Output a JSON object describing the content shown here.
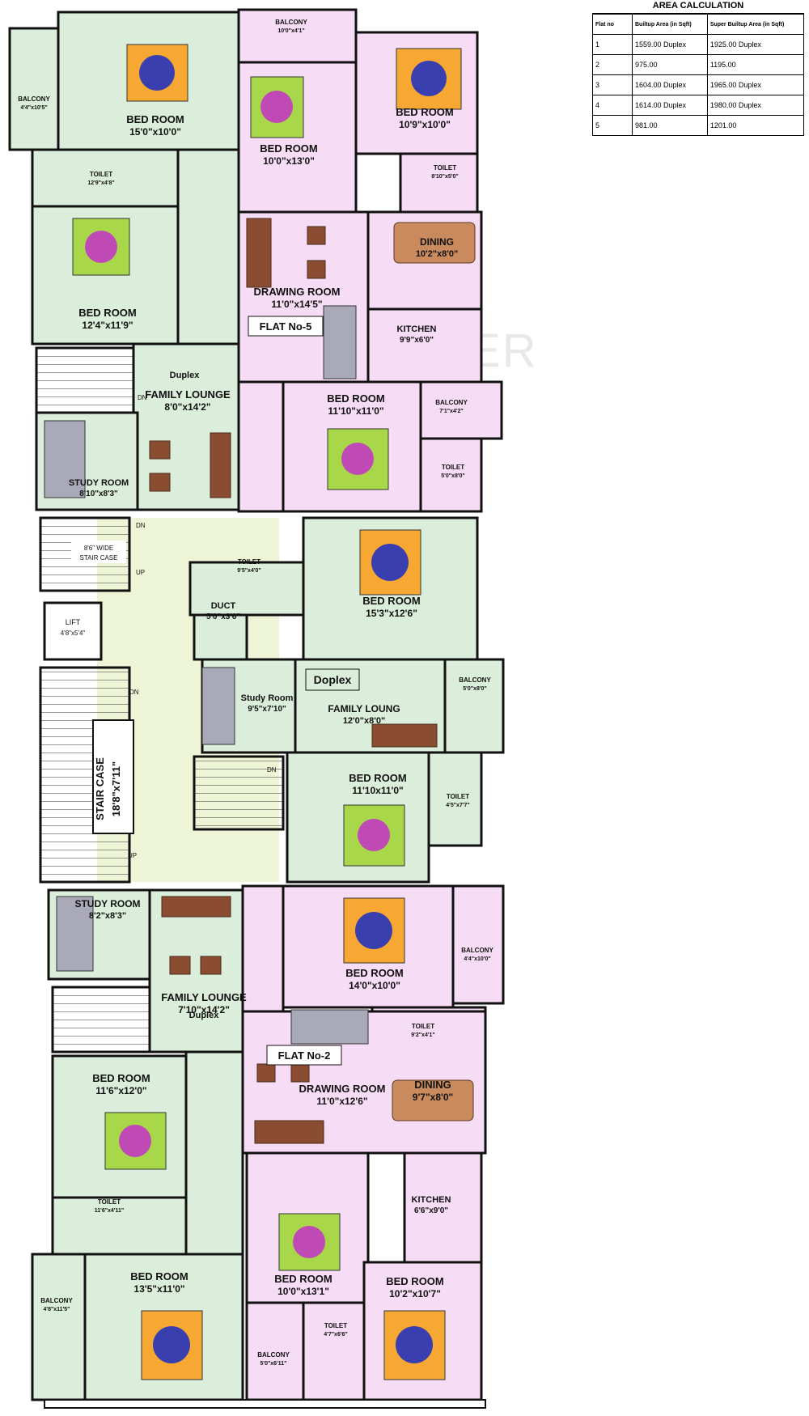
{
  "area_table": {
    "title": "AREA CALCULATION",
    "headers": [
      "Flat no",
      "Builtup Area (in Sqft)",
      "Super Builtup Area (in Sqft)"
    ],
    "rows": [
      [
        "1",
        "1559.00 Duplex",
        "1925.00 Duplex"
      ],
      [
        "2",
        "975.00",
        "1195.00"
      ],
      [
        "3",
        "1604.00 Duplex",
        "1965.00 Duplex"
      ],
      [
        "4",
        "1614.00 Duplex",
        "1980.00 Duplex"
      ],
      [
        "5",
        "981.00",
        "1201.00"
      ]
    ]
  },
  "watermark": "PROPTIGER",
  "colors": {
    "green": "#dbeedb",
    "pink": "#f6dcf4",
    "corridor": "#eef5d6",
    "wall": "#111111"
  },
  "rooms": [
    {
      "id": "balcony-top",
      "name": "BALCONY",
      "dim": "10'0\"x4'1\""
    },
    {
      "id": "balcony-tl",
      "name": "BALCONY",
      "dim": "4'4\"x10'5\""
    },
    {
      "id": "bed-tl",
      "name": "BED ROOM",
      "dim": "15'0\"x10'0\""
    },
    {
      "id": "bed-top-mid",
      "name": "BED ROOM",
      "dim": "10'0\"x13'0\""
    },
    {
      "id": "bed-top-right",
      "name": "BED ROOM",
      "dim": "10'9\"x10'0\""
    },
    {
      "id": "toilet-tl",
      "name": "TOILET",
      "dim": "12'9\"x4'8\""
    },
    {
      "id": "toilet-tr",
      "name": "TOILET",
      "dim": "8'10\"x5'0\""
    },
    {
      "id": "dining-top",
      "name": "DINING",
      "dim": "10'2\"x8'0\""
    },
    {
      "id": "bed-l2",
      "name": "BED ROOM",
      "dim": "12'4\"x11'9\""
    },
    {
      "id": "drawing-top",
      "name": "DRAWING ROOM",
      "dim": "11'0\"x14'5\""
    },
    {
      "id": "kitchen-top",
      "name": "KITCHEN",
      "dim": "9'9\"x6'0\""
    },
    {
      "id": "family-top",
      "name": "FAMILY LOUNGE",
      "dim": "8'0\"x14'2\""
    },
    {
      "id": "bed-mid-right",
      "name": "BED ROOM",
      "dim": "11'10\"x11'0\""
    },
    {
      "id": "balcony-mr",
      "name": "BALCONY",
      "dim": "7'1\"x4'2\""
    },
    {
      "id": "toilet-mr",
      "name": "TOILET",
      "dim": "5'0\"x8'0\""
    },
    {
      "id": "study-top",
      "name": "STUDY ROOM",
      "dim": "8'10\"x8'3\""
    },
    {
      "id": "toilet-center",
      "name": "TOILET",
      "dim": "9'5\"x4'0\""
    },
    {
      "id": "bed-center",
      "name": "BED ROOM",
      "dim": "15'3\"x12'6\""
    },
    {
      "id": "duct",
      "name": "DUCT",
      "dim": "5'0\"x3'6\""
    },
    {
      "id": "study-center",
      "name": "Study Room",
      "dim": "9'5\"x7'10\""
    },
    {
      "id": "family-center",
      "name": "FAMILY LOUNG",
      "dim": "12'0\"x8'0\""
    },
    {
      "id": "balcony-cr",
      "name": "BALCONY",
      "dim": "5'0\"x8'0\""
    },
    {
      "id": "bed-center-low",
      "name": "BED ROOM",
      "dim": "11'10x11'0\""
    },
    {
      "id": "toilet-cr",
      "name": "TOILET",
      "dim": "4'5\"x7'7\""
    },
    {
      "id": "study-bottom",
      "name": "STUDY ROOM",
      "dim": "8'2\"x8'3\""
    },
    {
      "id": "family-bottom",
      "name": "FAMILY LOUNGE",
      "dim": "7'10\"x14'2\""
    },
    {
      "id": "bed-bottom-mid",
      "name": "BED ROOM",
      "dim": "14'0\"x10'0\""
    },
    {
      "id": "balcony-br",
      "name": "BALCONY",
      "dim": "4'4\"x10'0\""
    },
    {
      "id": "toilet-bm",
      "name": "TOILET",
      "dim": "9'2\"x4'1\""
    },
    {
      "id": "bed-bl",
      "name": "BED ROOM",
      "dim": "11'6\"x12'0\""
    },
    {
      "id": "drawing-bottom",
      "name": "DRAWING ROOM",
      "dim": "11'0\"x12'6\""
    },
    {
      "id": "dining-bottom",
      "name": "DINING",
      "dim": "9'7\"x8'0\""
    },
    {
      "id": "kitchen-bottom",
      "name": "KITCHEN",
      "dim": "6'6\"x9'0\""
    },
    {
      "id": "toilet-bl",
      "name": "TOILET",
      "dim": "11'6\"x4'11\""
    },
    {
      "id": "bed-bottom-left",
      "name": "BED ROOM",
      "dim": "13'5\"x11'0\""
    },
    {
      "id": "bed-bottom-center",
      "name": "BED ROOM",
      "dim": "10'0\"x13'1\""
    },
    {
      "id": "bed-bottom-right",
      "name": "BED ROOM",
      "dim": "10'2\"x10'7\""
    },
    {
      "id": "balcony-bl",
      "name": "BALCONY",
      "dim": "4'8\"x11'5\""
    },
    {
      "id": "toilet-bb",
      "name": "TOILET",
      "dim": "4'7\"x6'6\""
    },
    {
      "id": "balcony-bb",
      "name": "BALCONY",
      "dim": "5'0\"x6'11\""
    }
  ],
  "labels": {
    "flat5": "FLAT No-5",
    "flat2": "FLAT No-2",
    "duplex_top": "Duplex",
    "duplex_center": "Doplex",
    "duplex_bottom": "Duplex",
    "lift": "LIFT",
    "lift_dim": "4'8\"x5'4\"",
    "staircase_wide": "8'6\" WIDE",
    "staircase_wide2": "STAIR CASE",
    "staircase_main": "STAIR CASE",
    "staircase_main_dim": "18'8\"x7'11\"",
    "dn": "DN",
    "up": "UP"
  }
}
